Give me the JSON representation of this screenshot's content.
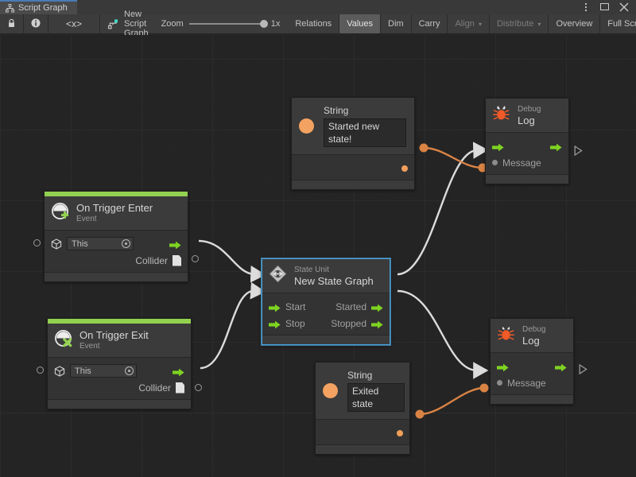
{
  "window": {
    "tab_label": "Script Graph",
    "tab_icon": "script-graph-icon",
    "controls": {
      "more": "⋮",
      "maximize": "maximize-icon",
      "close": "✕"
    }
  },
  "toolbar": {
    "lock_icon": "lock-icon",
    "info_icon": "info-icon",
    "code_icon": "<x>",
    "graph_icon": "script-graph-icon",
    "graph_name": "New Script Graph",
    "zoom_label": "Zoom",
    "zoom_value": "1x",
    "buttons": [
      {
        "label": "Relations",
        "state": "normal"
      },
      {
        "label": "Values",
        "state": "active"
      },
      {
        "label": "Dim",
        "state": "normal"
      },
      {
        "label": "Carry",
        "state": "normal"
      },
      {
        "label": "Align",
        "state": "dim",
        "caret": "▾"
      },
      {
        "label": "Distribute",
        "state": "dim",
        "caret": "▾"
      },
      {
        "label": "Overview",
        "state": "normal"
      },
      {
        "label": "Full Scr",
        "state": "normal"
      }
    ]
  },
  "colors": {
    "accent_green": "#92d14f",
    "port_green": "#7ed321",
    "data_orange": "#d98344",
    "string_orange": "#f3a261",
    "control_white": "#dcdcdc",
    "selection_blue": "#4b9fd5",
    "canvas_bg": "#242424",
    "node_bg": "#333333",
    "node_header_bg": "#3b3b3b"
  },
  "nodes": {
    "on_trigger_enter": {
      "title": "On Trigger Enter",
      "subtitle": "Event",
      "icon": "trigger-enter-icon",
      "object_field": {
        "value": "This",
        "icon": "cube-icon",
        "picker": "target-picker-icon"
      },
      "output_flow": "flow-out-arrow",
      "output_value_label": "Collider",
      "output_value_icon": "collider-document-icon"
    },
    "on_trigger_exit": {
      "title": "On Trigger Exit",
      "subtitle": "Event",
      "icon": "trigger-exit-icon",
      "object_field": {
        "value": "This",
        "icon": "cube-icon",
        "picker": "target-picker-icon"
      },
      "output_flow": "flow-out-arrow",
      "output_value_label": "Collider",
      "output_value_icon": "collider-document-icon"
    },
    "state_unit": {
      "subtitle": "State Unit",
      "title": "New  State  Graph",
      "icon": "state-unit-icon",
      "selected": true,
      "inputs": [
        "Start",
        "Stop"
      ],
      "outputs": [
        "Started",
        "Stopped"
      ]
    },
    "string_top": {
      "title": "String",
      "icon": "string-value-icon",
      "value": "Started new state!",
      "output_port": "string-output-dot"
    },
    "string_bottom": {
      "title": "String",
      "icon": "string-value-icon",
      "value": "Exited state",
      "output_port": "string-output-dot"
    },
    "debug_log_top": {
      "subtitle": "Debug",
      "title": "Log",
      "icon": "debug-bug-icon",
      "input_flow": "flow-in-arrow",
      "output_flow": "flow-out-arrow",
      "input_value_label": "Message"
    },
    "debug_log_bottom": {
      "subtitle": "Debug",
      "title": "Log",
      "icon": "debug-bug-icon",
      "input_flow": "flow-in-arrow",
      "output_flow": "flow-out-arrow",
      "input_value_label": "Message"
    }
  }
}
